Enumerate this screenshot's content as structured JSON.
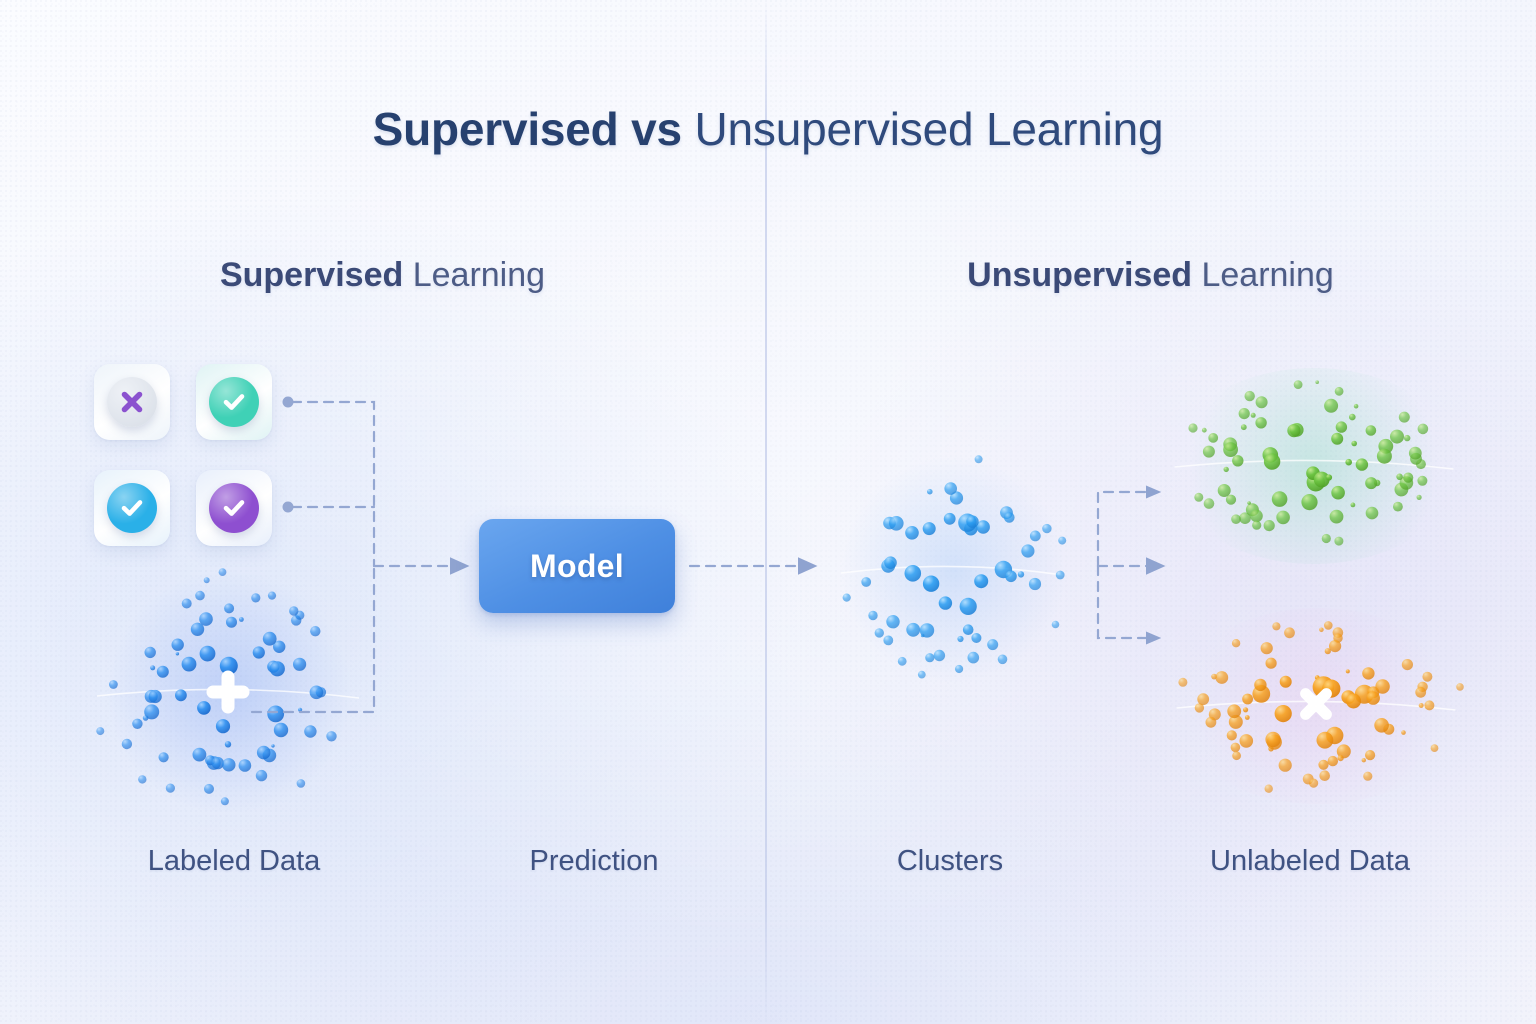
{
  "page": {
    "title_bold": "Supervised vs",
    "title_light": " Unsupervised Learning",
    "background_color": "#f2f4fc",
    "title_color": "#2d4676",
    "divider_color": "#c5cee8"
  },
  "panels": {
    "left": {
      "heading_bold": "Supervised",
      "heading_light": " Learning",
      "captions": {
        "data": "Labeled Data",
        "output": "Prediction"
      },
      "labels": [
        {
          "name": "cross-label",
          "icon": "cross-icon",
          "badge_color": "#d7dde6",
          "icon_color": "#8b52cf",
          "card_color": "#eef4fa"
        },
        {
          "name": "check-label-teal",
          "icon": "check-icon",
          "badge_color": "#3fd1b6",
          "icon_color": "#ffffff",
          "card_color": "#dff3f4"
        },
        {
          "name": "check-label-blue",
          "icon": "check-icon",
          "badge_color": "#2ab0e8",
          "icon_color": "#ffffff",
          "card_color": "#e7f2fb"
        },
        {
          "name": "check-label-purple",
          "icon": "check-icon",
          "badge_color": "#8e4fd0",
          "icon_color": "#ffffff",
          "card_color": "#e8effb"
        }
      ],
      "model": {
        "label": "Model",
        "color": "#4e8fe4"
      },
      "cluster": {
        "name": "labeled-data-cluster",
        "color": "#2c8ff0",
        "marker": "plus-marker",
        "marker_color": "#ffffff"
      }
    },
    "right": {
      "heading_bold": "Unsupervised",
      "heading_light": " Learning",
      "captions": {
        "input": "Clusters",
        "data": "Unlabeled Data"
      },
      "clusters": [
        {
          "name": "unclustered-data",
          "color": "#2c9ef2",
          "marker": "none"
        },
        {
          "name": "cluster-green",
          "color": "#6cc442",
          "marker": "none"
        },
        {
          "name": "cluster-orange",
          "color": "#f7a01d",
          "marker": "x-marker",
          "marker_color": "#ffffff"
        }
      ]
    }
  },
  "connectors": {
    "arrow_color": "#8fa3d0",
    "style": "dashed",
    "items": [
      {
        "name": "labels-to-model"
      },
      {
        "name": "data-to-model"
      },
      {
        "name": "model-to-clusters"
      },
      {
        "name": "clusters-to-green"
      },
      {
        "name": "clusters-to-orange"
      }
    ]
  },
  "chart_data": {
    "type": "scatter",
    "title": "Supervised vs Unsupervised Learning",
    "xlabel": "",
    "ylabel": "",
    "groups": [
      {
        "name": "Labeled Data",
        "color": "#2c8ff0",
        "center": [
          224,
          698
        ],
        "count": 64,
        "marker": "plus",
        "panel": "left"
      },
      {
        "name": "Clusters",
        "color": "#2c9ef2",
        "center": [
          948,
          566
        ],
        "count": 52,
        "marker": "none",
        "panel": "right"
      },
      {
        "name": "Unlabeled Data (green cluster)",
        "color": "#6cc442",
        "center": [
          1310,
          460
        ],
        "count": 72,
        "marker": "none",
        "panel": "right"
      },
      {
        "name": "Unlabeled Data (orange cluster)",
        "color": "#f7a01d",
        "center": [
          1312,
          700
        ],
        "count": 70,
        "marker": "x",
        "panel": "right"
      }
    ]
  }
}
